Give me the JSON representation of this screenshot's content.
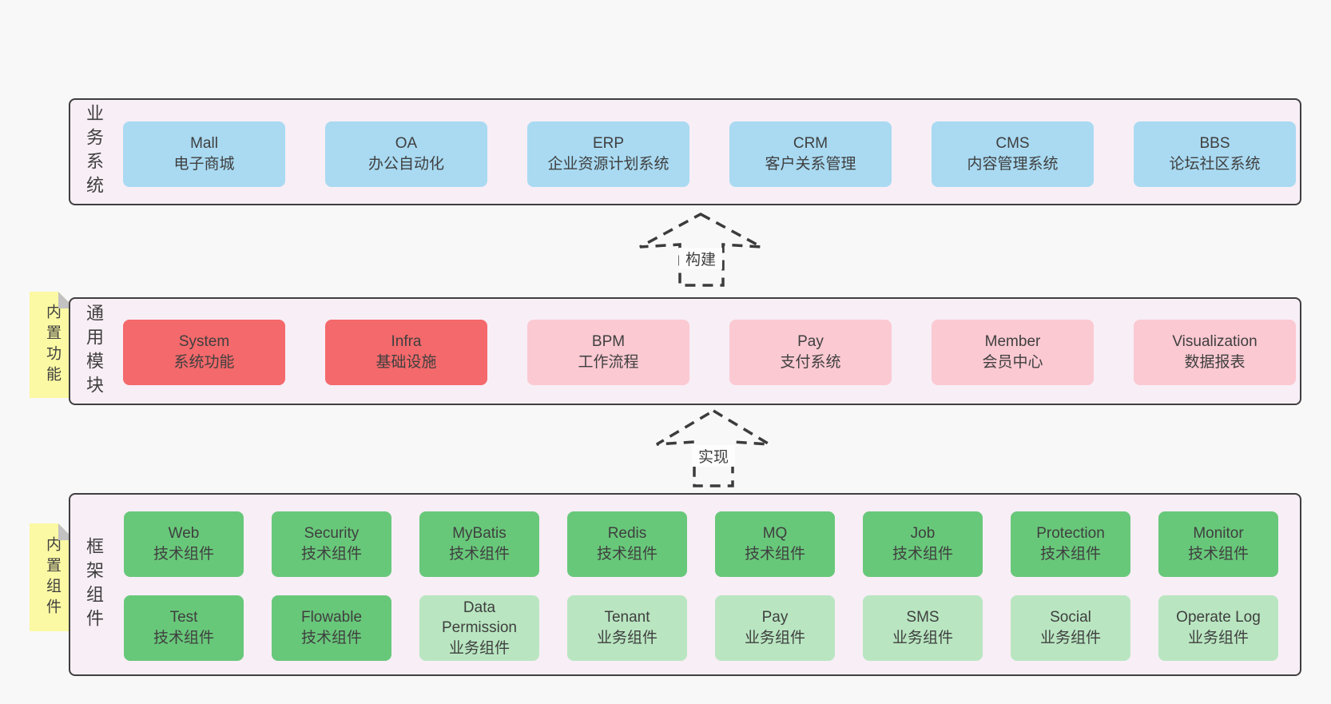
{
  "colors": {
    "page_bg": "#f8f8f8",
    "band_bg": "#f8eef6",
    "band_border": "#3f3f3f",
    "blue": "#a9daf2",
    "red": "#f4696b",
    "pink": "#fbc9d2",
    "green": "#68c87a",
    "green_light": "#b9e6c1",
    "sticky_yellow": "#fbf9a3",
    "sticky_fold": "#c2c2c2",
    "text": "#3f3f3f"
  },
  "arrows": [
    {
      "label": "构建"
    },
    {
      "label": "实现"
    }
  ],
  "bands": [
    {
      "label": "业务系统",
      "boxes": [
        {
          "title": "Mall",
          "subtitle": "电子商城"
        },
        {
          "title": "OA",
          "subtitle": "办公自动化"
        },
        {
          "title": "ERP",
          "subtitle": "企业资源计划系统"
        },
        {
          "title": "CRM",
          "subtitle": "客户关系管理"
        },
        {
          "title": "CMS",
          "subtitle": "内容管理系统"
        },
        {
          "title": "BBS",
          "subtitle": "论坛社区系统"
        }
      ]
    },
    {
      "label": "通用模块",
      "sticky": "内置功能",
      "boxes": [
        {
          "title": "System",
          "subtitle": "系统功能"
        },
        {
          "title": "Infra",
          "subtitle": "基础设施"
        },
        {
          "title": "BPM",
          "subtitle": "工作流程"
        },
        {
          "title": "Pay",
          "subtitle": "支付系统"
        },
        {
          "title": "Member",
          "subtitle": "会员中心"
        },
        {
          "title": "Visualization",
          "subtitle": "数据报表"
        }
      ]
    },
    {
      "label": "框架组件",
      "sticky": "内置组件",
      "rows": [
        [
          {
            "title": "Web",
            "subtitle": "技术组件"
          },
          {
            "title": "Security",
            "subtitle": "技术组件"
          },
          {
            "title": "MyBatis",
            "subtitle": "技术组件"
          },
          {
            "title": "Redis",
            "subtitle": "技术组件"
          },
          {
            "title": "MQ",
            "subtitle": "技术组件"
          },
          {
            "title": "Job",
            "subtitle": "技术组件"
          },
          {
            "title": "Protection",
            "subtitle": "技术组件"
          },
          {
            "title": "Monitor",
            "subtitle": "技术组件"
          }
        ],
        [
          {
            "title": "Test",
            "subtitle": "技术组件"
          },
          {
            "title": "Flowable",
            "subtitle": "技术组件"
          },
          {
            "title": "Data Permission",
            "subtitle": "业务组件"
          },
          {
            "title": "Tenant",
            "subtitle": "业务组件"
          },
          {
            "title": "Pay",
            "subtitle": "业务组件"
          },
          {
            "title": "SMS",
            "subtitle": "业务组件"
          },
          {
            "title": "Social",
            "subtitle": "业务组件"
          },
          {
            "title": "Operate Log",
            "subtitle": "业务组件"
          }
        ]
      ]
    }
  ]
}
